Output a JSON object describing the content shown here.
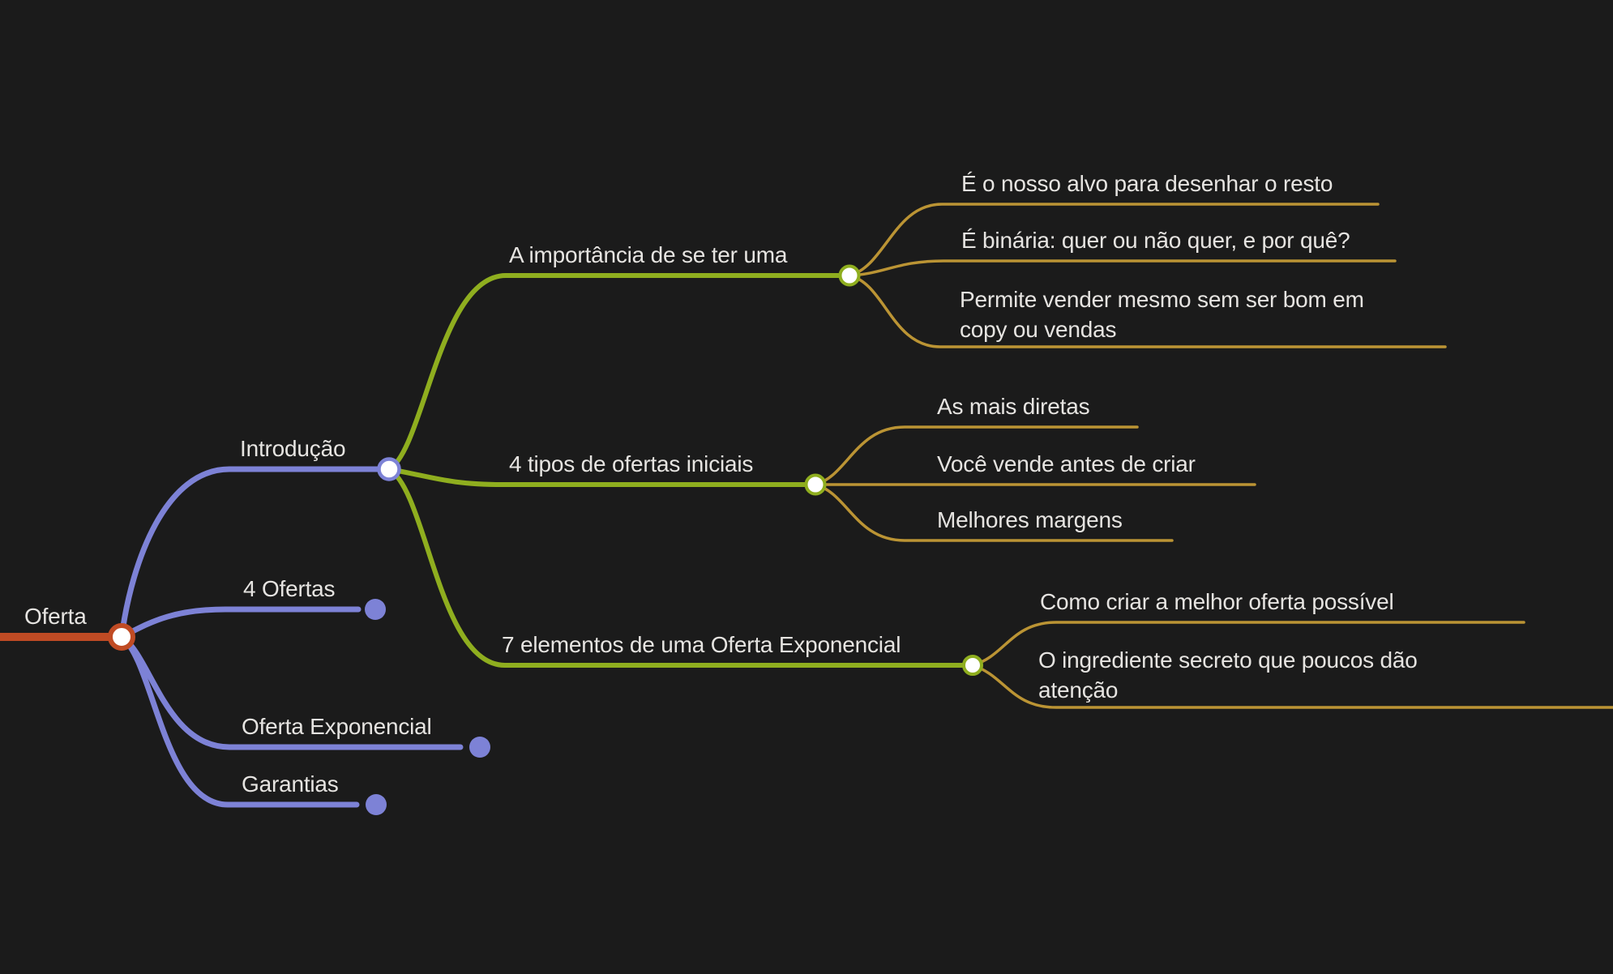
{
  "title": "Oferta mind map",
  "colors": {
    "background": "#1b1b1b",
    "text": "#e6e4e1",
    "root_branch": "#c04b24",
    "level1_branch": "#7d82d6",
    "level2_branch": "#8fae1f",
    "level3_branch": "#bb9434",
    "node_fill": "#ffffff"
  },
  "mindmap": {
    "root": {
      "label": "Oferta"
    },
    "branches": [
      {
        "label": "Introdução",
        "children": [
          {
            "label": "A importância de se ter uma",
            "children": [
              {
                "label": "É o nosso alvo para desenhar o resto"
              },
              {
                "label": "É binária: quer ou não quer, e por quê?"
              },
              {
                "label": "Permite vender mesmo sem ser bom em copy ou vendas"
              }
            ]
          },
          {
            "label": "4 tipos de ofertas iniciais",
            "children": [
              {
                "label": "As mais diretas"
              },
              {
                "label": "Você vende antes de criar"
              },
              {
                "label": "Melhores margens"
              }
            ]
          },
          {
            "label": "7 elementos de uma Oferta Exponencial",
            "children": [
              {
                "label": "Como criar a melhor oferta possível"
              },
              {
                "label": "O ingrediente secreto que poucos dão atenção"
              }
            ]
          }
        ]
      },
      {
        "label": "4 Ofertas"
      },
      {
        "label": "Oferta Exponencial"
      },
      {
        "label": "Garantias"
      }
    ]
  }
}
